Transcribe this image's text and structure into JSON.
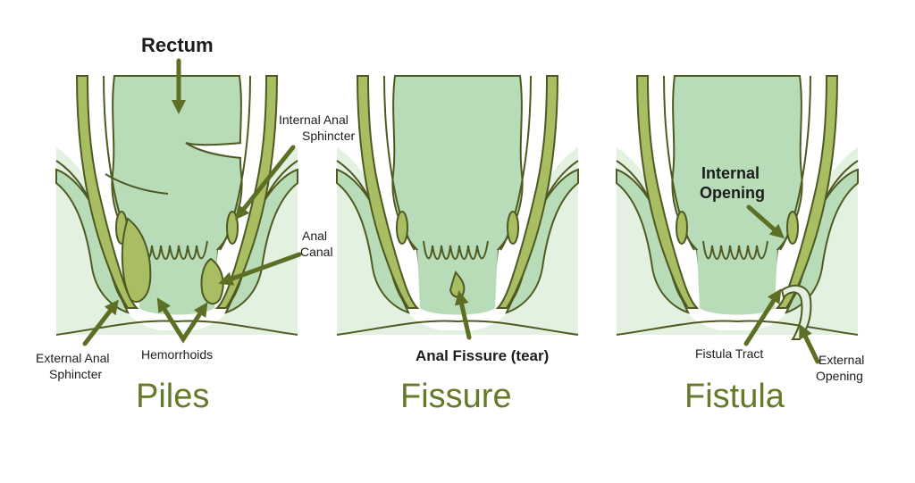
{
  "colors": {
    "tissue_light": "#b9dcb8",
    "tissue_outer": "#e3f1e0",
    "muscle": "#a9bd63",
    "outline": "#4e5a22",
    "arrow": "#5d6e25",
    "title": "#667a2a"
  },
  "panels": [
    {
      "title": "Piles",
      "labels": {
        "rectum": "Rectum",
        "internal_sphincter": [
          "Internal Anal",
          "Sphincter"
        ],
        "anal_canal": [
          "Anal",
          "Canal"
        ],
        "external_sphincter": [
          "External Anal",
          "Sphincter"
        ],
        "hemorrhoids": "Hemorrhoids"
      }
    },
    {
      "title": "Fissure",
      "labels": {
        "anal_fissure": "Anal Fissure (tear)"
      }
    },
    {
      "title": "Fistula",
      "labels": {
        "internal_opening": [
          "Internal",
          "Opening"
        ],
        "fistula_tract": "Fistula Tract",
        "external_opening": [
          "External",
          "Opening"
        ]
      }
    }
  ]
}
